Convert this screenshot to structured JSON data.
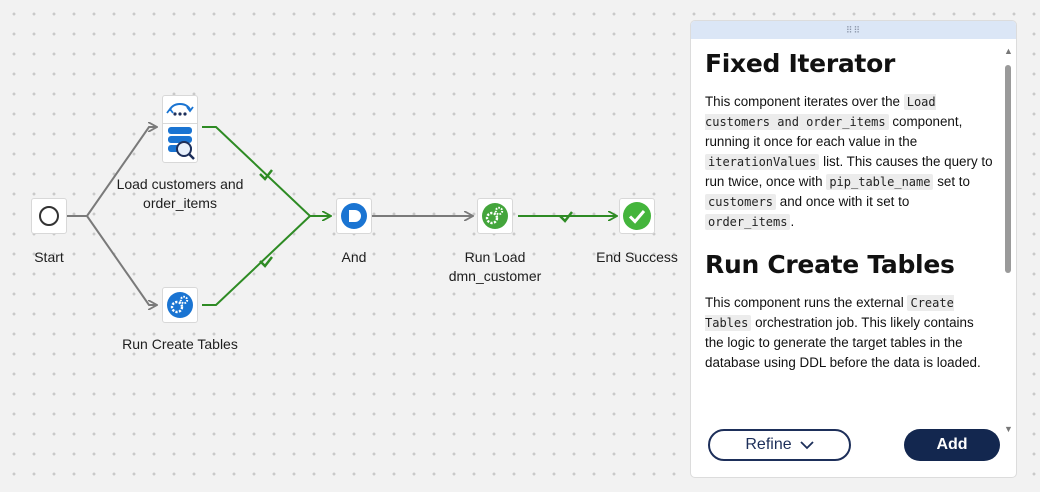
{
  "canvas": {
    "nodes": [
      {
        "id": "start",
        "label": "Start",
        "icon": "start-circle-icon"
      },
      {
        "id": "load",
        "label_lines": [
          "Load customers and",
          "order_items"
        ],
        "icon": "database-iterator-icon"
      },
      {
        "id": "create",
        "label": "Run Create Tables",
        "icon": "gear-orchestration-icon"
      },
      {
        "id": "and",
        "label": "And",
        "icon": "and-gate-icon"
      },
      {
        "id": "runload",
        "label_lines": [
          "Run Load",
          "dmn_customer"
        ],
        "icon": "gear-transformation-icon"
      },
      {
        "id": "end",
        "label": "End Success",
        "icon": "check-success-icon"
      }
    ],
    "colors": {
      "unconditional": "#7a7a7a",
      "success": "#2e8b24",
      "blue": "#1a74d2",
      "green": "#44a53c"
    }
  },
  "panel": {
    "sections": [
      {
        "title": "Fixed Iterator",
        "paragraph": [
          {
            "t": "This component iterates over the "
          },
          {
            "code": "Load customers and order_items"
          },
          {
            "t": " component, running it once for each value in the "
          },
          {
            "code": "iterationValues"
          },
          {
            "t": " list. This causes the query to run twice, once with "
          },
          {
            "code": "pip_table_name"
          },
          {
            "t": " set to "
          },
          {
            "code": "customers"
          },
          {
            "t": " and once with it set to "
          },
          {
            "code": "order_items"
          },
          {
            "t": "."
          }
        ]
      },
      {
        "title": "Run Create Tables",
        "paragraph": [
          {
            "t": "This component runs the external "
          },
          {
            "code": "Create Tables"
          },
          {
            "t": " orchestration job. This likely contains the logic to generate the target tables in the database using DDL before the data is loaded."
          }
        ]
      }
    ],
    "buttons": {
      "refine_label": "Refine",
      "add_label": "Add"
    }
  }
}
